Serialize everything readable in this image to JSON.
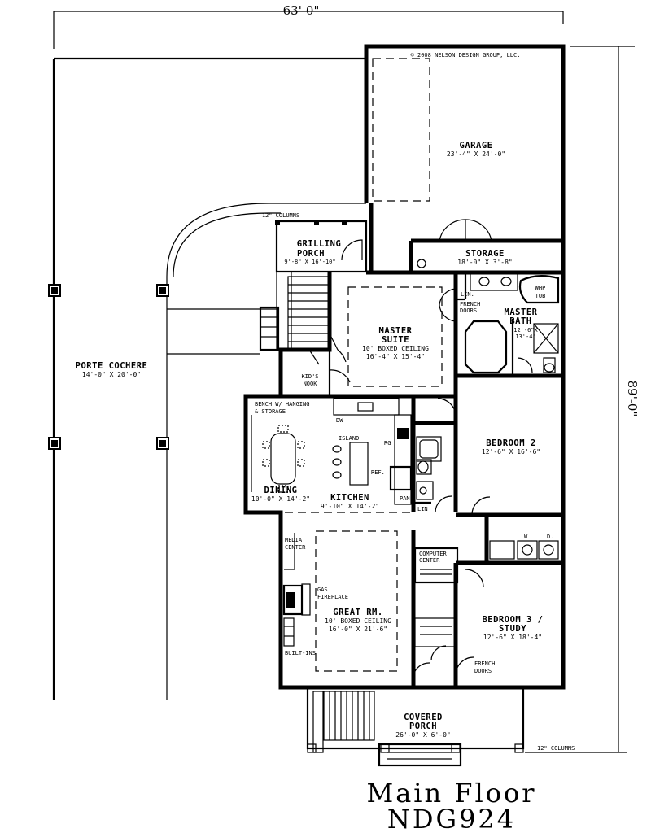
{
  "plan": {
    "overall_width": "63'-0\"",
    "overall_depth": "89'-0\"",
    "copyright": "© 2008 NELSON DESIGN GROUP, LLC.",
    "columns_note": "12\" COLUMNS",
    "porch_columns_note": "12\" COLUMNS"
  },
  "rooms": {
    "garage": {
      "name": "GARAGE",
      "size": "23'-4\" X 24'-0\""
    },
    "storage": {
      "name": "STORAGE",
      "size": "18'-0\" X 3'-8\""
    },
    "grilling_porch": {
      "name1": "GRILLING",
      "name2": "PORCH",
      "size": "9'-8\" X 16'-10\""
    },
    "porte_cochere": {
      "name": "PORTE COCHERE",
      "size": "14'-0\" X 20'-0\""
    },
    "master_suite": {
      "name1": "MASTER",
      "name2": "SUITE",
      "ceiling": "10' BOXED CEILING",
      "size": "16'-4\" X 15'-4\""
    },
    "master_bath": {
      "name1": "MASTER",
      "name2": "BATH",
      "size1": "12'-6\"X",
      "size2": "13'-4\""
    },
    "bedroom2": {
      "name": "BEDROOM 2",
      "size": "12'-6\" X 16'-6\""
    },
    "dining": {
      "name": "DINING",
      "size": "10'-0\" X 14'-2\""
    },
    "kitchen": {
      "name": "KITCHEN",
      "size": "9'-10\" X 14'-2\""
    },
    "great_room": {
      "name": "GREAT RM.",
      "ceiling": "10' BOXED CEILING",
      "size": "16'-0\" X 21'-6\""
    },
    "bedroom3": {
      "name1": "BEDROOM 3 /",
      "name2": "STUDY",
      "size": "12'-6\" X 18'-4\""
    },
    "covered_porch": {
      "name1": "COVERED",
      "name2": "PORCH",
      "size": "26'-0\" X 6'-0\""
    }
  },
  "fixtures": {
    "whp_tub1": "WHP",
    "whp_tub2": "TUB",
    "lin_master": "LIN.",
    "french_doors_master1": "FRENCH",
    "french_doors_master2": "DOORS",
    "kids_nook1": "KID'S",
    "kids_nook2": "NOOK",
    "bench1": "BENCH W/ HANGING",
    "bench2": "& STORAGE",
    "dw": "DW",
    "island": "ISLAND",
    "rg": "RG",
    "ref": "REF.",
    "pan": "PAN",
    "lin_hall": "LIN",
    "washer": "W",
    "dryer": "D.",
    "computer1": "COMPUTER",
    "computer2": "CENTER",
    "media1": "MEDIA",
    "media2": "CENTER",
    "gas1": "GAS",
    "gas2": "FIREPLACE",
    "builtins": "BUILT-INS",
    "french_doors_study1": "FRENCH",
    "french_doors_study2": "DOORS"
  },
  "caption": {
    "line1": "Main Floor",
    "line2": "NDG924"
  }
}
